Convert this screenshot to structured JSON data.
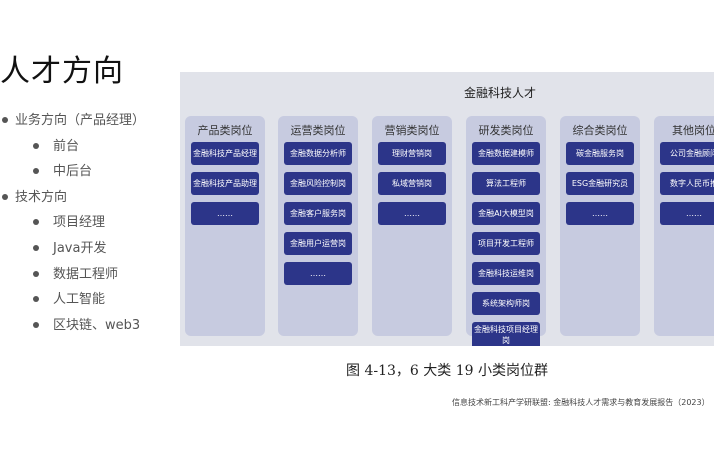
{
  "slide": {
    "title": "人才方向",
    "outline": [
      {
        "label": "业务方向（产品经理）",
        "level": 1
      },
      {
        "label": "前台",
        "level": 2
      },
      {
        "label": "中后台",
        "level": 2
      },
      {
        "label": "技术方向",
        "level": 1
      },
      {
        "label": "项目经理",
        "level": 2
      },
      {
        "label": "Java开发",
        "level": 2
      },
      {
        "label": "数据工程师",
        "level": 2
      },
      {
        "label": "人工智能",
        "level": 2
      },
      {
        "label": "区块链、web3",
        "level": 2
      }
    ]
  },
  "figure": {
    "title": "金融科技人才",
    "columns": [
      {
        "header": "产品类岗位",
        "items": [
          "金融科技产品经理",
          "金融科技产品助理",
          "……"
        ]
      },
      {
        "header": "运营类岗位",
        "items": [
          "金融数据分析师",
          "金融风险控制岗",
          "金融客户服务岗",
          "金融用户运营岗",
          "……"
        ]
      },
      {
        "header": "营销类岗位",
        "items": [
          "理财营销岗",
          "私域营销岗",
          "……"
        ]
      },
      {
        "header": "研发类岗位",
        "items": [
          "金融数据建模师",
          "算法工程师",
          "金融AI大模型岗",
          "项目开发工程师",
          "金融科技运维岗",
          "系统架构师岗",
          "金融科技项目经理岗"
        ]
      },
      {
        "header": "综合类岗位",
        "items": [
          "碳金融服务岗",
          "ESG金融研究员",
          "……"
        ]
      },
      {
        "header": "其他岗位",
        "items": [
          "公司金融顾问",
          "数字人民币推",
          "……"
        ]
      }
    ],
    "caption": "图 4-13，6 大类 19 小类岗位群",
    "source": "信息技术新工科产学研联盟: 金融科技人才需求与教育发展报告（2023）"
  }
}
